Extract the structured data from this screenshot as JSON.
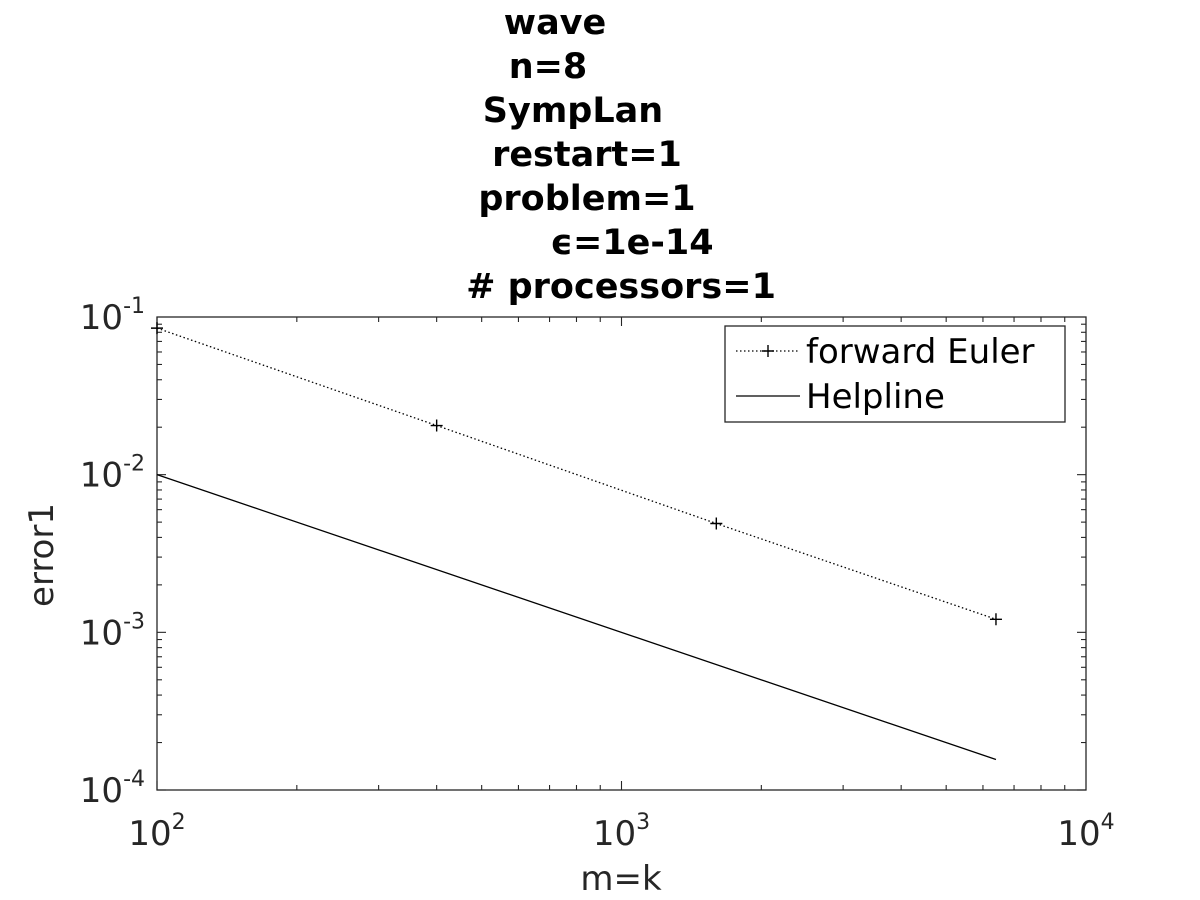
{
  "chart_data": {
    "type": "line",
    "title_lines": [
      "wave",
      "n=8",
      "SympLan",
      "restart=1",
      "problem=1",
      "ϵ=1e-14",
      "# processors=1"
    ],
    "xlabel": "m=k",
    "ylabel": "error1",
    "x_scale": "log",
    "y_scale": "log",
    "xlim": [
      100,
      10000
    ],
    "ylim": [
      0.0001,
      0.1
    ],
    "x_ticks": [
      {
        "value": 100,
        "base": "10",
        "exp": "2"
      },
      {
        "value": 1000,
        "base": "10",
        "exp": "3"
      },
      {
        "value": 10000,
        "base": "10",
        "exp": "4"
      }
    ],
    "y_ticks": [
      {
        "value": 0.1,
        "base": "10",
        "exp": "-1"
      },
      {
        "value": 0.01,
        "base": "10",
        "exp": "-2"
      },
      {
        "value": 0.001,
        "base": "10",
        "exp": "-3"
      },
      {
        "value": 0.0001,
        "base": "10",
        "exp": "-4"
      }
    ],
    "grid": false,
    "box": true,
    "legend_position": "top-right",
    "series": [
      {
        "name": "forward Euler",
        "style": "dotted",
        "marker": "+",
        "color": "#000000",
        "x": [
          100,
          400,
          1600,
          6400
        ],
        "y": [
          0.085,
          0.0205,
          0.0049,
          0.00121
        ]
      },
      {
        "name": "Helpline",
        "style": "solid",
        "marker": "none",
        "color": "#000000",
        "x": [
          100,
          6400
        ],
        "y": [
          0.01,
          0.000156
        ]
      }
    ]
  }
}
